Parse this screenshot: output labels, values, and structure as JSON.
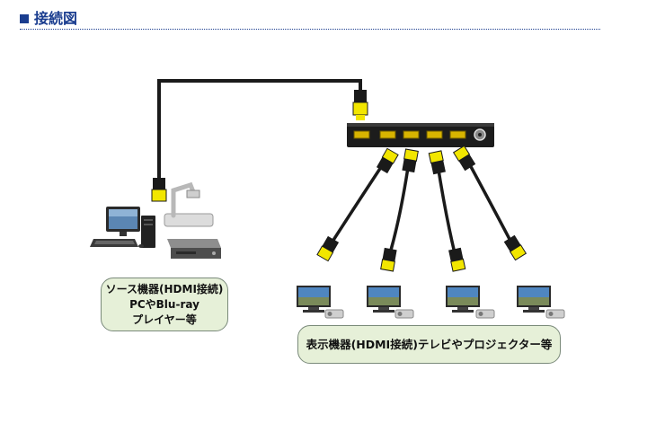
{
  "heading": {
    "title": "接続図",
    "bullet_color": "#1a3d8f"
  },
  "source_label": {
    "line1": "ソース機器(HDMI接続)",
    "line2": "PCやBlu-ray",
    "line3": "プレイヤー等"
  },
  "display_label": {
    "text": "表示機器(HDMI接続)テレビやプロジェクター等"
  },
  "colors": {
    "cable": "#1a1a1a",
    "connector": "#f2e600",
    "splitter": "#1c1c1c",
    "port": "#d8b400",
    "label_bg": "#e6f0d8"
  },
  "splitter": {
    "output_ports": 4,
    "icons": [
      "hdmi-input-port-icon",
      "hdmi-output-port-icon",
      "power-jack-icon"
    ]
  },
  "devices": {
    "source": [
      "desktop-pc-icon",
      "keyboard-icon",
      "document-camera-icon",
      "blu-ray-player-icon"
    ],
    "display": [
      "tv-monitor-icon",
      "projector-icon"
    ],
    "display_count": 4
  }
}
